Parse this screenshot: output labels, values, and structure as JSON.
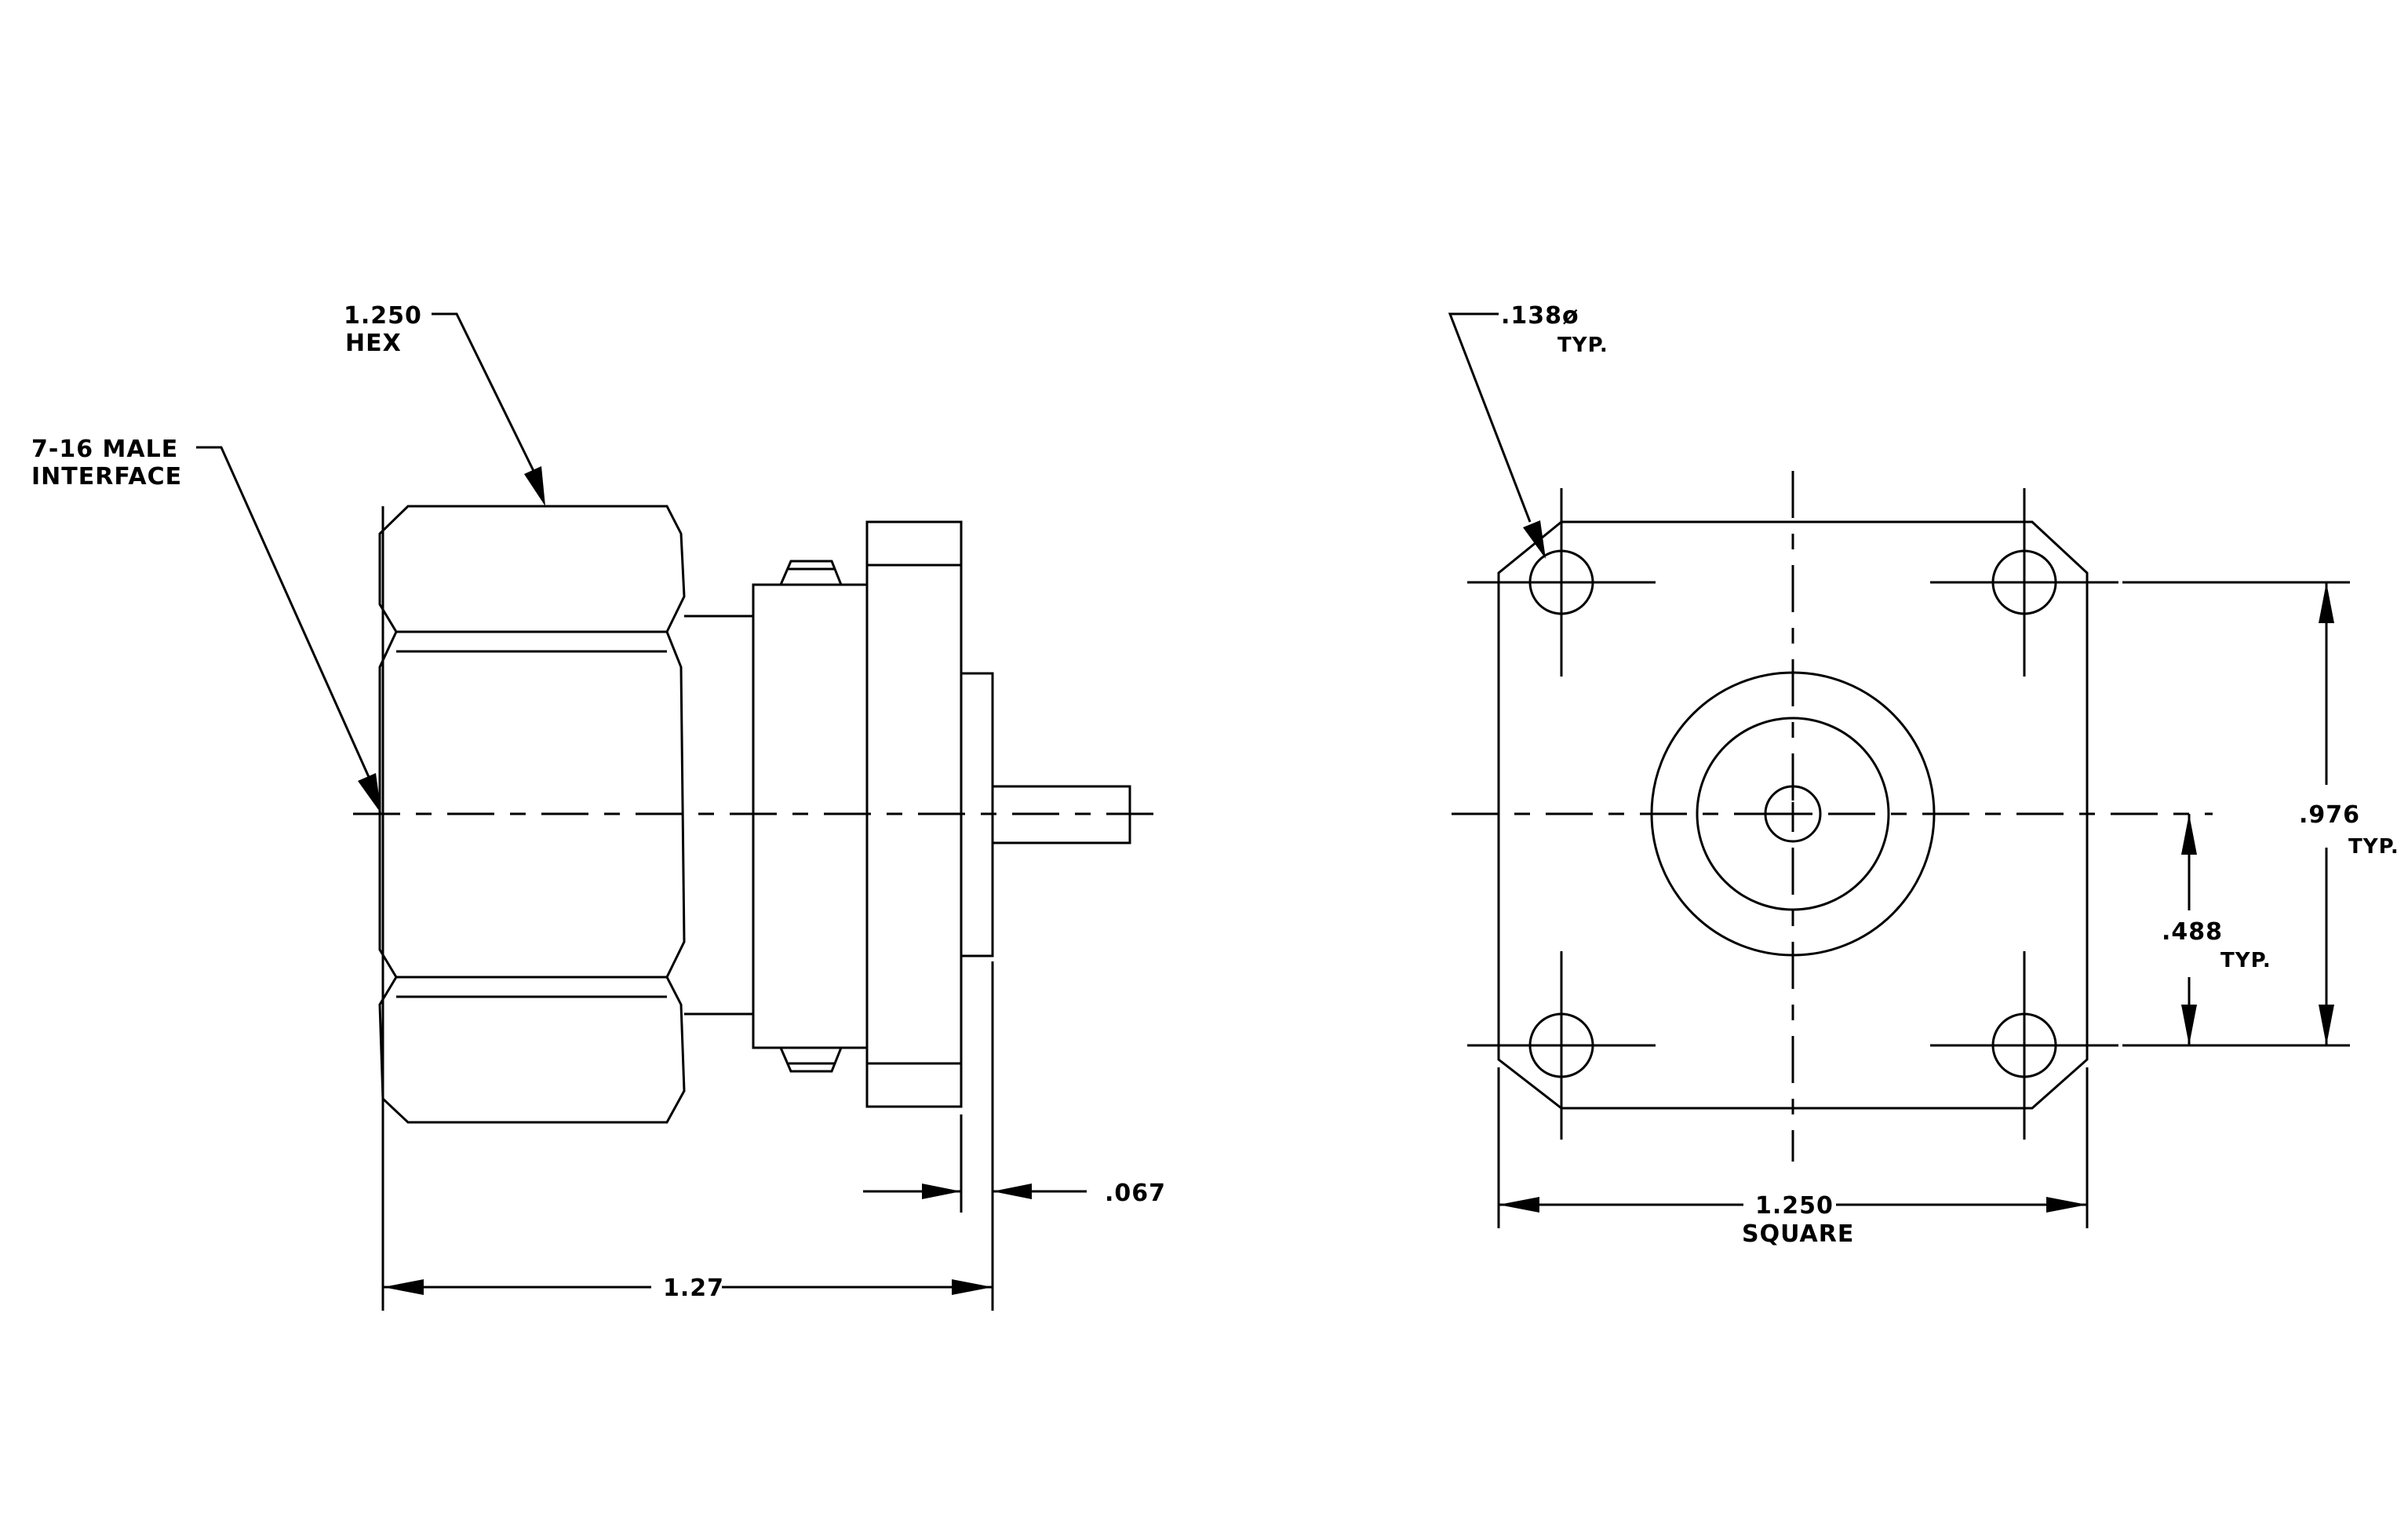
{
  "side_view": {
    "hex_label": "1.250",
    "hex_label_2": "HEX",
    "interface_label": "7-16 MALE",
    "interface_label_2": "INTERFACE",
    "length_label": "1.27",
    "flange_label": ".067"
  },
  "front_view": {
    "hole_label": ".138ø",
    "hole_typ": "TYP.",
    "spacing_label": ".976",
    "spacing_typ": "TYP.",
    "half_spacing_label": ".488",
    "half_spacing_typ": "TYP.",
    "square_label": "1.250",
    "square_label_2": "SQUARE"
  }
}
